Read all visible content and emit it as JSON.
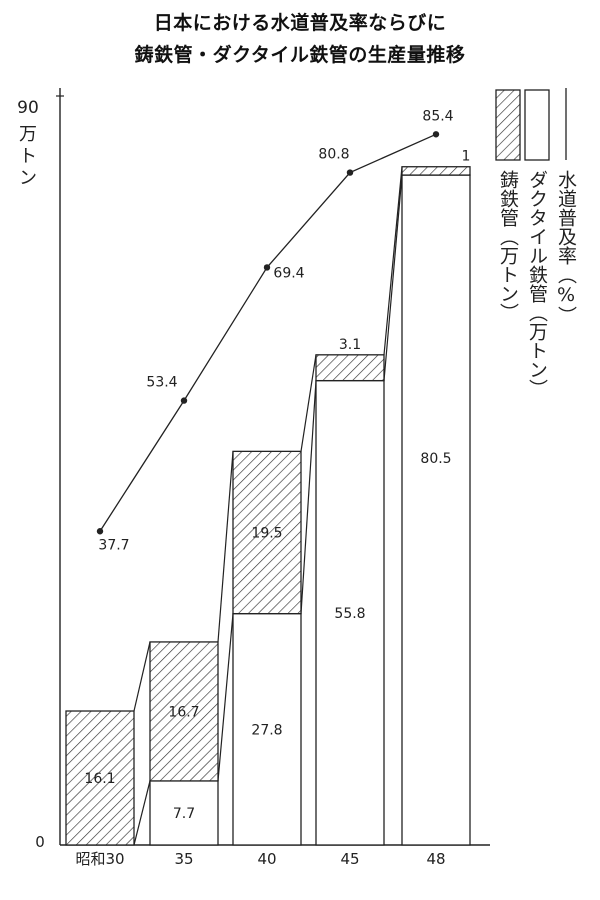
{
  "title_line1": "日本における水道普及率ならびに",
  "title_line2": "鋳鉄管・ダクタイル鉄管の生産量推移",
  "chart_data": {
    "type": "bar",
    "stacked": true,
    "categories": [
      "昭和30",
      "35",
      "40",
      "45",
      "48"
    ],
    "ylim": [
      0,
      90
    ],
    "y_axis_top_label": "90",
    "y_axis_zero_label": "0",
    "y_unit_label": "万トン",
    "series": [
      {
        "name": "ダクタイル鉄管（万トン）",
        "values": [
          0,
          7.7,
          27.8,
          55.8,
          80.5
        ]
      },
      {
        "name": "鋳鉄管（万トン）",
        "values": [
          16.1,
          16.7,
          19.5,
          3.1,
          1
        ]
      },
      {
        "name": "水道普及率（%）",
        "values": [
          37.7,
          53.4,
          69.4,
          80.8,
          85.4
        ]
      }
    ],
    "bar_value_labels": {
      "ductile": [
        "",
        "7.7",
        "27.8",
        "55.8",
        "80.5"
      ],
      "cast": [
        "16.1",
        "16.7",
        "19.5",
        "3.1",
        "1"
      ]
    },
    "line_value_labels": [
      "37.7",
      "53.4",
      "69.4",
      "80.8",
      "85.4"
    ],
    "legend": [
      {
        "label": "水道普及率（%）",
        "style": "line"
      },
      {
        "label": "ダクタイル鉄管（万トン）",
        "style": "white-box"
      },
      {
        "label": "鋳鉄管（万トン）",
        "style": "hatched-box"
      }
    ],
    "colors": {
      "ink": "#222222",
      "fill": "#ffffff"
    }
  }
}
